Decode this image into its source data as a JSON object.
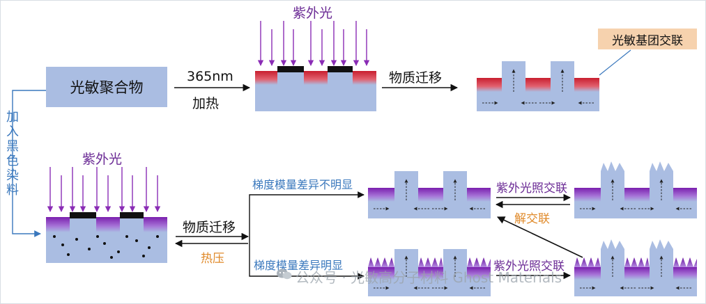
{
  "colors": {
    "substrate": "#aabde2",
    "uv_purple": "#8a2cb5",
    "crosslink_red": "#d8303f",
    "label_blue": "#3a78bd",
    "label_orange": "#e08a2a",
    "box_orange": "#f6d2ae",
    "watermark_gray": "#9aa3ab"
  },
  "top_row": {
    "polymer_label": "光敏聚合物",
    "uv_label": "紫外光",
    "arrow_top_label": "365nm",
    "arrow_bottom_label": "加热",
    "transfer_label": "物质迁移",
    "group_label": "光敏基团交联"
  },
  "side": {
    "add_dye_label": "加入黑色染料"
  },
  "bottom_row": {
    "uv_label": "紫外光",
    "transfer_label": "物质迁移",
    "hot_press_label": "热压",
    "weak_gradient_label": "梯度模量差异不明显",
    "strong_gradient_label": "梯度模量差异明显",
    "uv_crosslink_label": "紫外光照交联",
    "uv_crosslink_label_2": "紫外光照交联",
    "decrosslink_label": "解交联"
  },
  "watermark": {
    "text": "公众号 · 光敏高分子材料 Ghost Materials",
    "icon": "wechat-icon"
  }
}
